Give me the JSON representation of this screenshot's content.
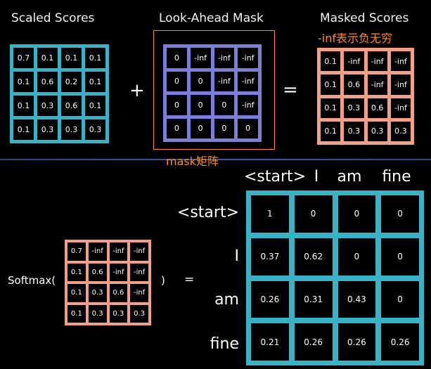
{
  "top": {
    "scaled": {
      "title": "Scaled Scores",
      "rows": [
        [
          "0.7",
          "0.1",
          "0.1",
          "0.1"
        ],
        [
          "0.1",
          "0.6",
          "0.2",
          "0.1"
        ],
        [
          "0.1",
          "0.3",
          "0.6",
          "0.1"
        ],
        [
          "0.1",
          "0.3",
          "0.3",
          "0.3"
        ]
      ]
    },
    "plus": "+",
    "mask": {
      "title": "Look-Ahead Mask",
      "rows": [
        [
          "0",
          "-inf",
          "-inf",
          "-inf"
        ],
        [
          "0",
          "0",
          "-inf",
          "-inf"
        ],
        [
          "0",
          "0",
          "0",
          "-inf"
        ],
        [
          "0",
          "0",
          "0",
          "0"
        ]
      ],
      "annotation": "mask矩阵"
    },
    "equals": "=",
    "masked": {
      "title": "Masked Scores",
      "annotation": "-inf表示负无穷",
      "rows": [
        [
          "0.1",
          "-inf",
          "-inf",
          "-inf"
        ],
        [
          "0.1",
          "0.6",
          "-inf",
          "-inf"
        ],
        [
          "0.1",
          "0.3",
          "0.6",
          "-inf"
        ],
        [
          "0.1",
          "0.3",
          "0.3",
          "0.3"
        ]
      ]
    }
  },
  "bottom": {
    "softmax_open": "Softmax(",
    "softmax_close": ")",
    "equals": "=",
    "input_rows": [
      [
        "0.7",
        "-inf",
        "-inf",
        "-inf"
      ],
      [
        "0.1",
        "0.6",
        "-inf",
        "-inf"
      ],
      [
        "0.1",
        "0.3",
        "0.6",
        "-inf"
      ],
      [
        "0.1",
        "0.3",
        "0.3",
        "0.3"
      ]
    ],
    "col_labels": [
      "<start>",
      "I",
      "am",
      "fine"
    ],
    "row_labels": [
      "<start>",
      "I",
      "am",
      "fine"
    ],
    "result_rows": [
      [
        "1",
        "0",
        "0",
        "0"
      ],
      [
        "0.37",
        "0.62",
        "0",
        "0"
      ],
      [
        "0.26",
        "0.31",
        "0.43",
        "0"
      ],
      [
        "0.21",
        "0.26",
        "0.26",
        "0.26"
      ]
    ]
  },
  "colors": {
    "teal": "#38b2c4",
    "blue": "#7b7fda",
    "salmon": "#f4a088",
    "orange": "#ff8a28",
    "divider": "#1c4a86"
  }
}
